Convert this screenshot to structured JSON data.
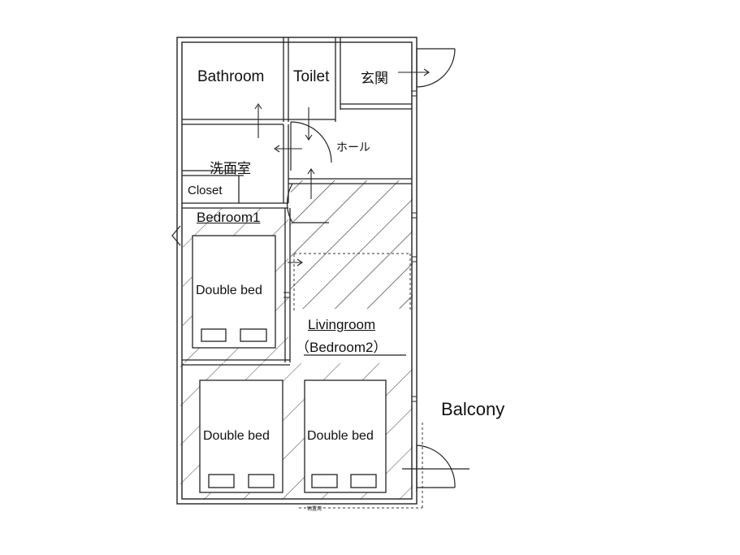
{
  "rooms": {
    "bathroom": "Bathroom",
    "toilet": "Toilet",
    "genkan": "玄関",
    "hall": "ホール",
    "senmenjo": "洗面室",
    "closet": "Closet",
    "bedroom1": "Bedroom1",
    "livingroom": "Livingroom",
    "bedroom2": "（Bedroom2）",
    "balcony": "Balcony",
    "bed1": "Double bed",
    "bed2": "Double bed",
    "bed3": "Double bed",
    "tiny_note": "物置用"
  },
  "colors": {
    "line": "#222222",
    "hatch": "#333333",
    "background": "#ffffff"
  }
}
